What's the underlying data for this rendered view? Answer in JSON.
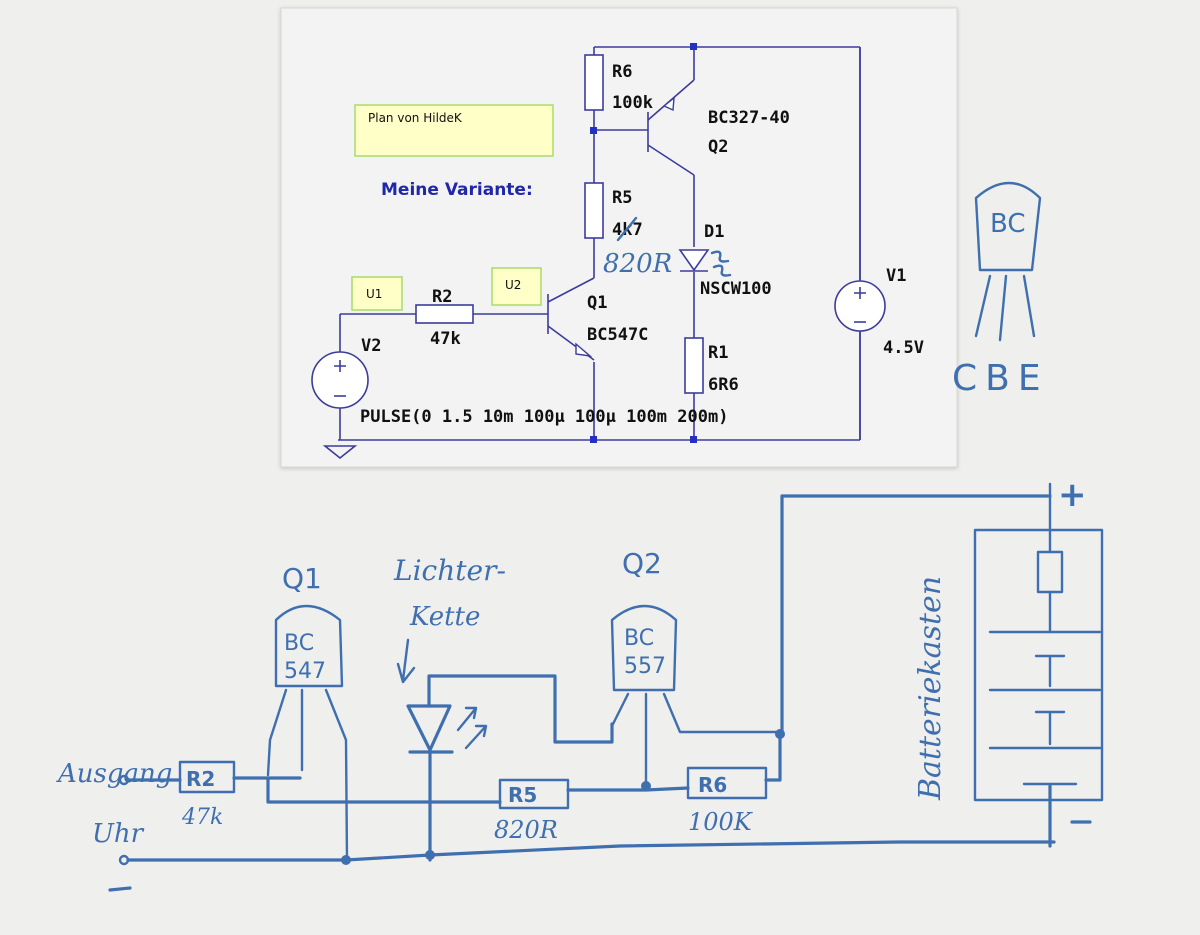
{
  "schematic": {
    "note_label": "Plan von HildeK",
    "title": "Meine Variante:",
    "u1_label": "U1",
    "u2_label": "U2",
    "r6": {
      "name": "R6",
      "value": "100k"
    },
    "q2": {
      "model": "BC327-40",
      "name": "Q2"
    },
    "r5": {
      "name": "R5",
      "value": "4k7"
    },
    "r5_correction": "820R",
    "d1": {
      "name": "D1",
      "model": "NSCW100"
    },
    "v1": {
      "name": "V1",
      "value": "4.5V"
    },
    "r2": {
      "name": "R2",
      "value": "47k"
    },
    "q1": {
      "name": "Q1",
      "model": "BC547C"
    },
    "v2": {
      "name": "V2",
      "pulse": "PULSE(0 1.5 10m 100µ 100µ 100m 200m)"
    },
    "r1": {
      "name": "R1",
      "value": "6R6"
    },
    "colors": {
      "wire": "#3c3c9c",
      "note_fill": "#ffffc8",
      "note_border": "#a8dc6a",
      "title": "#1f28a8"
    }
  },
  "handdrawn": {
    "pinout_case_label": "BC",
    "pinout_legend": "CBE",
    "q1_name": "Q1",
    "q1_case_line1": "BC",
    "q1_case_line2": "547",
    "lights_line1": "Lichter-",
    "lights_line2": "Kette",
    "q2_name": "Q2",
    "q2_case_line1": "BC",
    "q2_case_line2": "557",
    "input_line1": "Ausgang",
    "input_line2": "Uhr",
    "r2_name": "R2",
    "r2_value": "47k",
    "r5_name": "R5",
    "r5_value": "820R",
    "r6_name": "R6",
    "r6_value": "100K",
    "battery_label": "Batteriekasten",
    "battery_plus": "+",
    "ink_color": "#3f6fae"
  }
}
